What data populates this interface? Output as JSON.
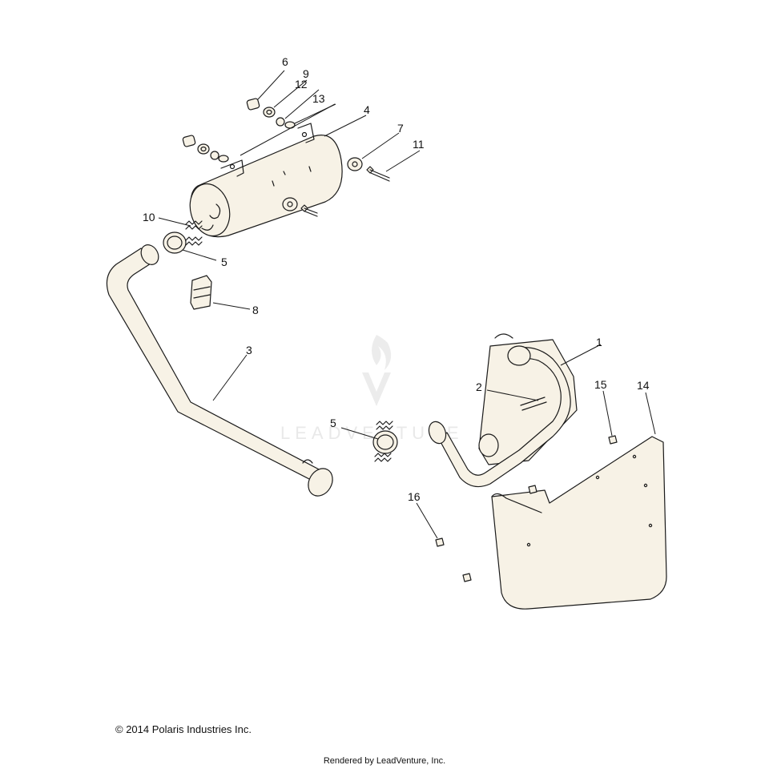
{
  "callouts": [
    {
      "id": "c1",
      "label": "1"
    },
    {
      "id": "c2",
      "label": "2"
    },
    {
      "id": "c3",
      "label": "3"
    },
    {
      "id": "c4",
      "label": "4"
    },
    {
      "id": "c5a",
      "label": "5"
    },
    {
      "id": "c5b",
      "label": "5"
    },
    {
      "id": "c6",
      "label": "6"
    },
    {
      "id": "c7",
      "label": "7"
    },
    {
      "id": "c8",
      "label": "8"
    },
    {
      "id": "c9",
      "label": "9"
    },
    {
      "id": "c10",
      "label": "10"
    },
    {
      "id": "c11",
      "label": "11"
    },
    {
      "id": "c12",
      "label": "12"
    },
    {
      "id": "c13",
      "label": "13"
    },
    {
      "id": "c14",
      "label": "14"
    },
    {
      "id": "c15",
      "label": "15"
    },
    {
      "id": "c16",
      "label": "16"
    }
  ],
  "watermark": "LEADVENTURE",
  "footer": {
    "copyright": "© 2014 Polaris Industries Inc.",
    "rendered_by": "Rendered by LeadVenture, Inc."
  }
}
